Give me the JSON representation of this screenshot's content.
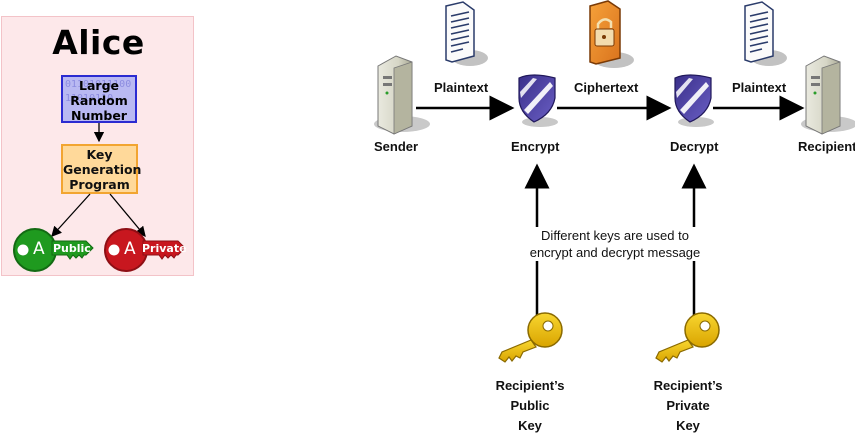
{
  "key_generation": {
    "title": "Alice",
    "random_box": {
      "label_lines": [
        "Large",
        "Random",
        "Number"
      ],
      "background_bits": "0110101110011010110"
    },
    "keygen_box": {
      "label_lines": [
        "Key",
        "Generation",
        "Program"
      ]
    },
    "public_key": {
      "letter": "A",
      "label": "Public",
      "color": "#1f9a1f"
    },
    "private_key": {
      "letter": "A",
      "label": "Private",
      "color": "#c8171f"
    },
    "colors": {
      "panel": "#fde8ea",
      "random_box": "#b9b9f2",
      "random_border": "#2b2bd1",
      "keygen_box": "#ffd99a",
      "keygen_border": "#f2a531"
    }
  },
  "encryption_flow": {
    "nodes": {
      "sender": "Sender",
      "encrypt": "Encrypt",
      "decrypt": "Decrypt",
      "recipient": "Recipient"
    },
    "edges": {
      "plaintext_in": "Plaintext",
      "ciphertext": "Ciphertext",
      "plaintext_out": "Plaintext"
    },
    "note_lines": [
      "Different keys are used to",
      "encrypt and decrypt message"
    ],
    "public_key_label": [
      "Recipient’s",
      "Public",
      "Key"
    ],
    "private_key_label": [
      "Recipient’s",
      "Private",
      "Key"
    ],
    "icons": {
      "server": "server-icon",
      "document": "document-icon",
      "locked_document": "locked-document-icon",
      "shield": "shield-icon",
      "key": "key-icon"
    }
  }
}
